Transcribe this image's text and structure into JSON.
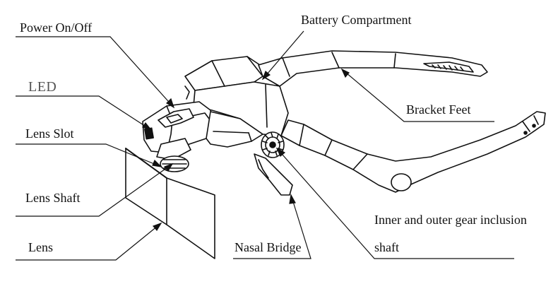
{
  "labels": {
    "power": "Power On/Off",
    "battery": "Battery Compartment",
    "led": "LED",
    "bracket_feet": "Bracket Feet",
    "lens_slot": "Lens Slot",
    "lens_shaft": "Lens Shaft",
    "gear_line1": "Inner and outer gear inclusion",
    "gear_line2": "shaft",
    "lens": "Lens",
    "nasal_bridge": "Nasal Bridge"
  },
  "colors": {
    "ink": "#111111",
    "led_label": "#555555",
    "background": "#ffffff"
  }
}
